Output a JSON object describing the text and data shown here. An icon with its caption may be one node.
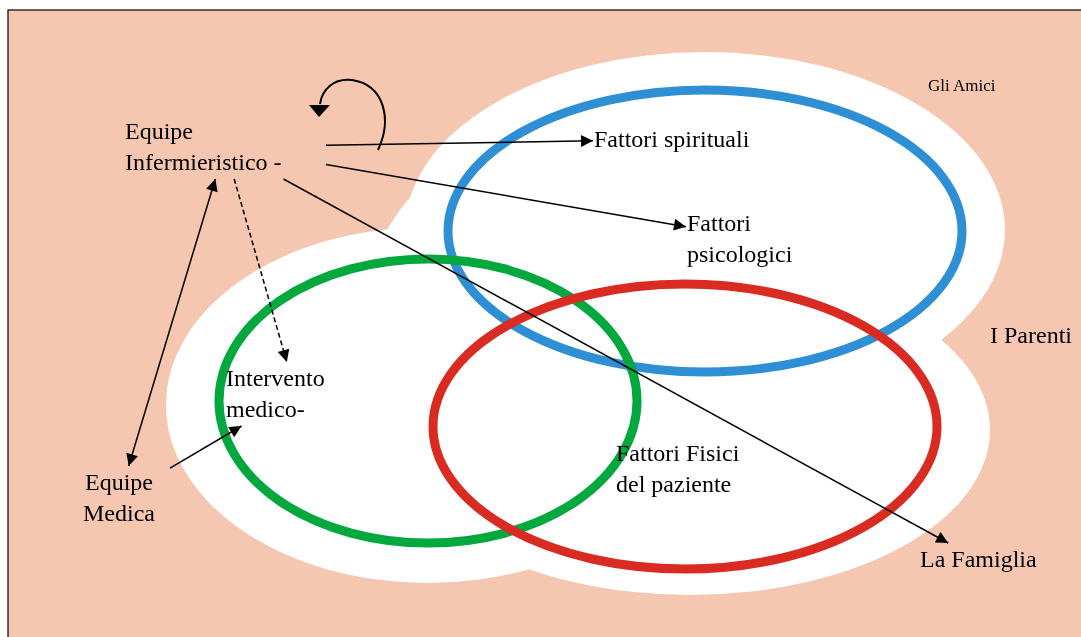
{
  "diagram": {
    "nodes": [
      {
        "text": [
          "Equipe Infermieristico -"
        ]
      },
      {
        "text": [
          "Equipe Medica"
        ]
      },
      {
        "text": [],
        "shape": "ellipse"
      },
      {
        "text": [
          "Fattori spirituali"
        ],
        "in": 2
      },
      {
        "text": [
          "Fattori psicologici"
        ],
        "in": 2
      },
      {
        "text": [],
        "shape": "ellipse"
      },
      {
        "text": [
          "Intervento medico-"
        ],
        "in": 5
      },
      {
        "text": [],
        "shape": "ellipse"
      },
      {
        "text": [
          "Fattori Fisici del paziente"
        ],
        "in": 7
      },
      {
        "text": [
          "La Famiglia"
        ]
      }
    ],
    "edges": [
      {
        "from": 0,
        "to": 1,
        "arrow": "both"
      },
      {
        "from": 0,
        "to": 3,
        "arrow": "to"
      },
      {
        "from": 0,
        "to": 4,
        "arrow": "to"
      },
      {
        "from": 0,
        "to": 9,
        "arrow": "to"
      },
      {
        "from": 0,
        "to": 6,
        "arrow": "to",
        "style": "dashed"
      },
      {
        "from": 1,
        "to": 6,
        "arrow": "to"
      }
    ],
    "labels": [
      "Gli Amici",
      "I Parenti"
    ]
  }
}
